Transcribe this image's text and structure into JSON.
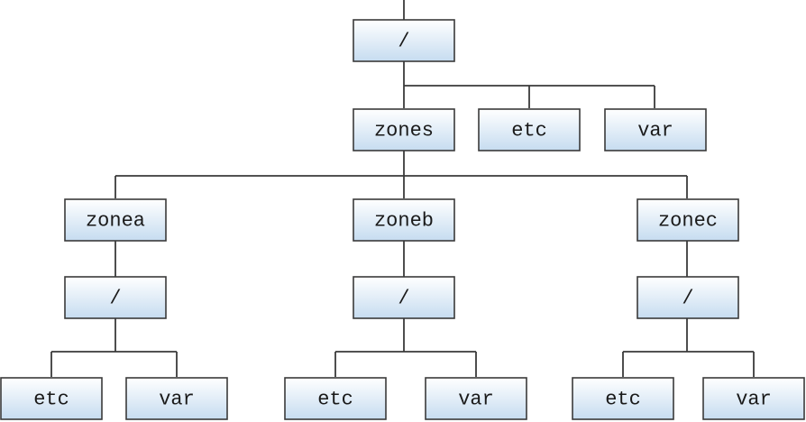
{
  "tree": {
    "root": {
      "label": "/"
    },
    "level1": [
      {
        "label": "zones"
      },
      {
        "label": "etc"
      },
      {
        "label": "var"
      }
    ],
    "zones": [
      {
        "name": "zonea",
        "root": "/",
        "children": [
          "etc",
          "var"
        ]
      },
      {
        "name": "zoneb",
        "root": "/",
        "children": [
          "etc",
          "var"
        ]
      },
      {
        "name": "zonec",
        "root": "/",
        "children": [
          "etc",
          "var"
        ]
      }
    ]
  },
  "colors": {
    "box_top": "#ffffff",
    "box_bottom": "#c6dcf0",
    "border": "#3a3a3a",
    "line": "#3a3a3a"
  }
}
